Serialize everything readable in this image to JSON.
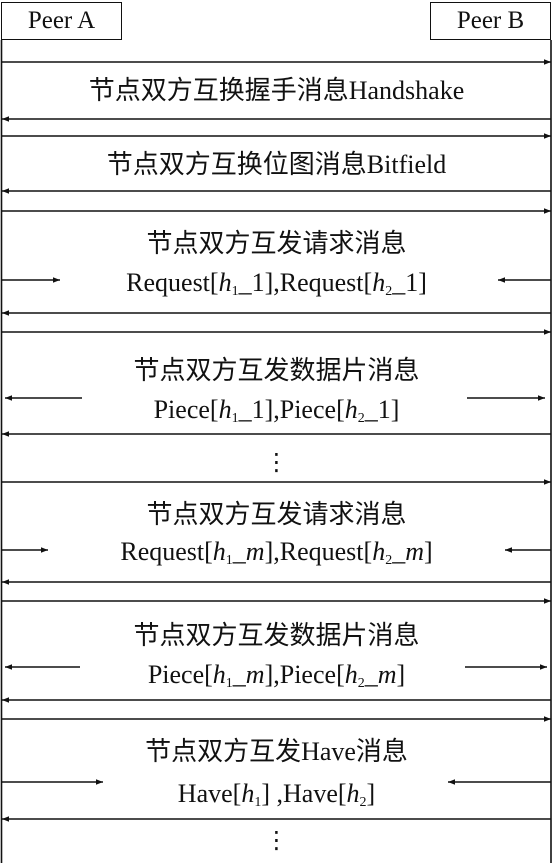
{
  "peers": {
    "a": "Peer A",
    "b": "Peer B"
  },
  "exchanges": [
    {
      "title": "节点双方互换握手消息Handshake",
      "detail": null
    },
    {
      "title": "节点双方互换位图消息Bitfield",
      "detail": null
    },
    {
      "title": "节点双方互发请求消息",
      "detail": {
        "left_name": "Request",
        "left_i": "h",
        "left_sub": "1",
        "left_tail": "1",
        "right_name": "Request",
        "right_i": "h",
        "right_sub": "2",
        "right_tail": "1"
      }
    },
    {
      "title": "节点双方互发数据片消息",
      "detail": {
        "left_name": "Piece",
        "left_i": "h",
        "left_sub": "1",
        "left_tail": "1",
        "right_name": "Piece",
        "right_i": "h",
        "right_sub": "2",
        "right_tail": "1"
      }
    },
    {
      "title": "节点双方互发请求消息",
      "detail": {
        "left_name": "Request",
        "left_i": "h",
        "left_sub": "1",
        "left_tail": "m",
        "right_name": "Request",
        "right_i": "h",
        "right_sub": "2",
        "right_tail": "m"
      }
    },
    {
      "title": "节点双方互发数据片消息",
      "detail": {
        "left_name": "Piece",
        "left_i": "h",
        "left_sub": "1",
        "left_tail": "m",
        "right_name": "Piece",
        "right_i": "h",
        "right_sub": "2",
        "right_tail": "m"
      }
    },
    {
      "title": "节点双方互发Have消息",
      "detail": {
        "left_name": "Have",
        "left_i": "h",
        "left_sub": "1",
        "left_tail": "",
        "right_name": "Have",
        "right_i": "h",
        "right_sub": "2",
        "right_tail": ""
      }
    }
  ],
  "ellipsis": "⋮"
}
